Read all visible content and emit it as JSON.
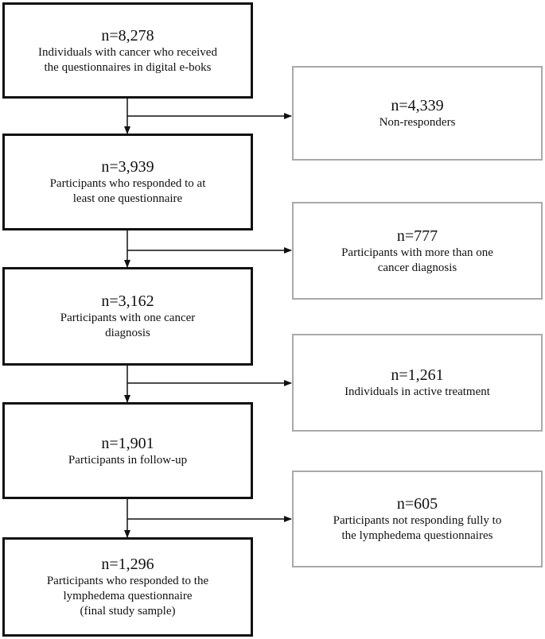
{
  "main_boxes": [
    {
      "n": "n=8,278",
      "text": "Individuals with cancer who received\nthe questionnaires in digital e-boks"
    },
    {
      "n": "n=3,939",
      "text": "Participants who responded to at\nleast one questionnaire"
    },
    {
      "n": "n=3,162",
      "text": "Participants with one cancer\ndiagnosis"
    },
    {
      "n": "n=1,901",
      "text": "Participants in follow-up"
    },
    {
      "n": "n=1,296",
      "text": "Participants who responded to the\nlymphedema questionnaire\n(final study sample)"
    }
  ],
  "exclusion_boxes": [
    {
      "n": "n=4,339",
      "text": "Non-responders"
    },
    {
      "n": "n=777",
      "text": "Participants with more than one\ncancer diagnosis"
    },
    {
      "n": "n=1,261",
      "text": "Individuals in active treatment"
    },
    {
      "n": "n=605",
      "text": "Participants not responding fully to\nthe lymphedema questionnaires"
    }
  ],
  "colors": {
    "main_border": "#111111",
    "side_border": "#a9a9a9",
    "arrow": "#111111"
  }
}
